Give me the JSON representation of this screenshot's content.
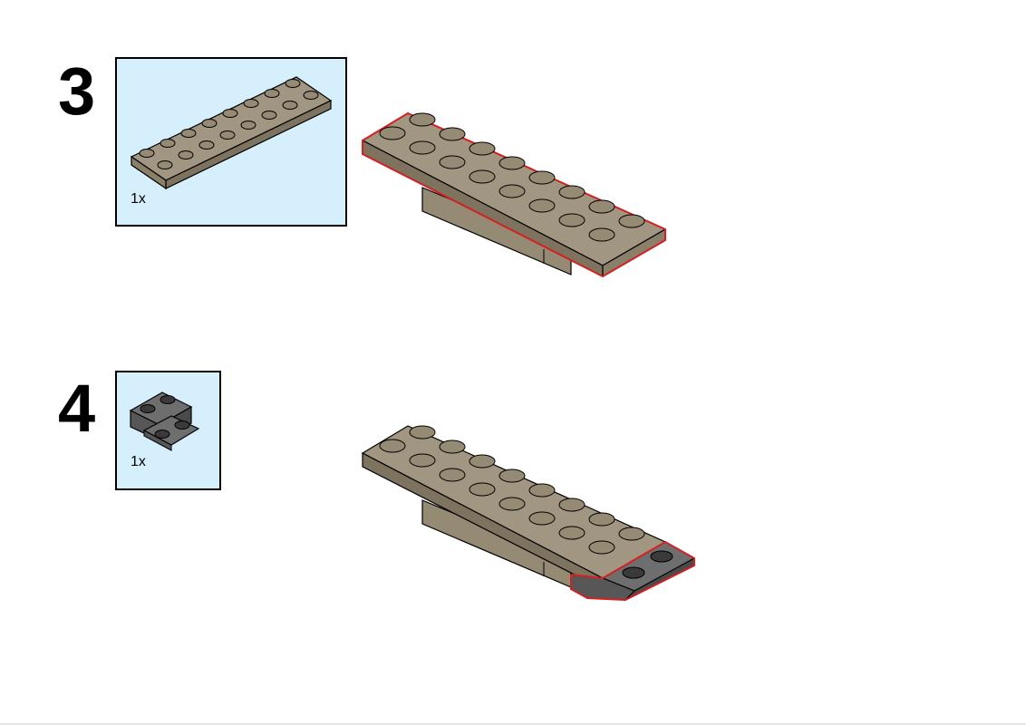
{
  "steps": [
    {
      "number": "3",
      "parts": [
        {
          "quantity": "1x",
          "icon": "tan-plate-2x8-icon"
        }
      ]
    },
    {
      "number": "4",
      "parts": [
        {
          "quantity": "1x",
          "icon": "dark-gray-inverted-slope-2x2-icon"
        }
      ]
    }
  ],
  "colors": {
    "tan": "#958a73",
    "tan_top": "#a09681",
    "dark_gray": "#636363",
    "highlight": "#d42020",
    "callout_bg": "#d6effd"
  }
}
